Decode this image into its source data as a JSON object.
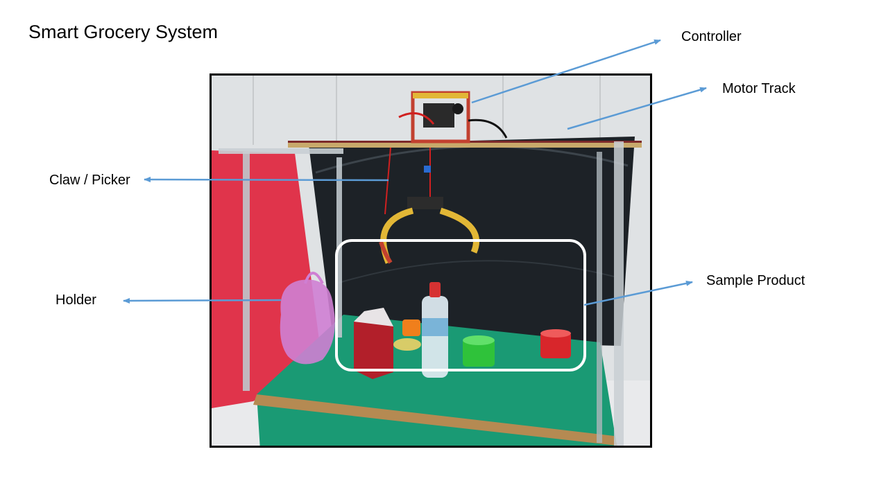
{
  "title": "Smart Grocery System",
  "labels": {
    "controller": "Controller",
    "motor_track": "Motor Track",
    "claw": "Claw / Picker",
    "sample_product": "Sample Product",
    "holder": "Holder"
  },
  "colors": {
    "arrow": "#5b9bd5",
    "frame": "#000000",
    "highlight_box": "#ffffff",
    "floor_green": "#1a9a74",
    "red_wall": "#e0344b"
  }
}
